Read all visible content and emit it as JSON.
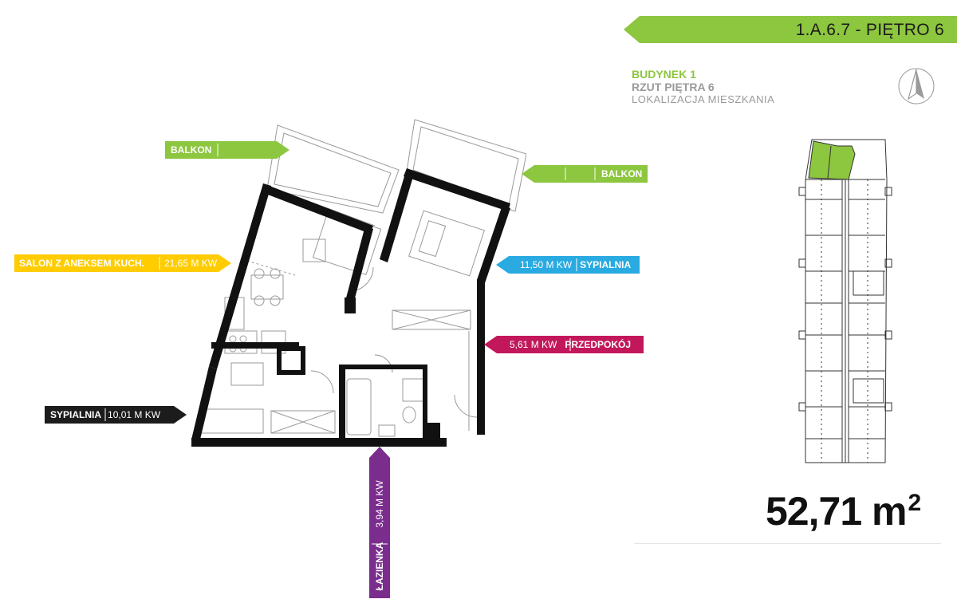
{
  "header": {
    "unit_code": "1.A.6.7 - PIĘTRO 6",
    "color": "#8dc63f"
  },
  "info": {
    "building": "BUDYNEK 1",
    "floor_plan": "RZUT PIĘTRA 6",
    "location": "LOKALIZACJA MIESZKANIA"
  },
  "rooms": {
    "balcony_left": {
      "name": "BALKON",
      "color": "#8dc63f"
    },
    "balcony_right": {
      "name": "BALKON",
      "color": "#8dc63f"
    },
    "living": {
      "name": "SALON Z ANEKSEM KUCH.",
      "area": "21,65 M KW",
      "color": "#ffcc00"
    },
    "bedroom_right": {
      "name": "SYPIALNIA",
      "area": "11,50 M KW",
      "color": "#29aae1"
    },
    "hall": {
      "name": "PRZEDPOKÓJ",
      "area": "5,61 M KW",
      "color": "#c2185b"
    },
    "bedroom_left": {
      "name": "SYPIALNIA",
      "area": "10,01 M KW",
      "color": "#1c1c1c"
    },
    "bathroom": {
      "name": "ŁAZIENKA",
      "area": "3,94 M KW",
      "color": "#7b2d8e"
    }
  },
  "total": {
    "value": "52,71 m",
    "unit_sup": "2"
  }
}
